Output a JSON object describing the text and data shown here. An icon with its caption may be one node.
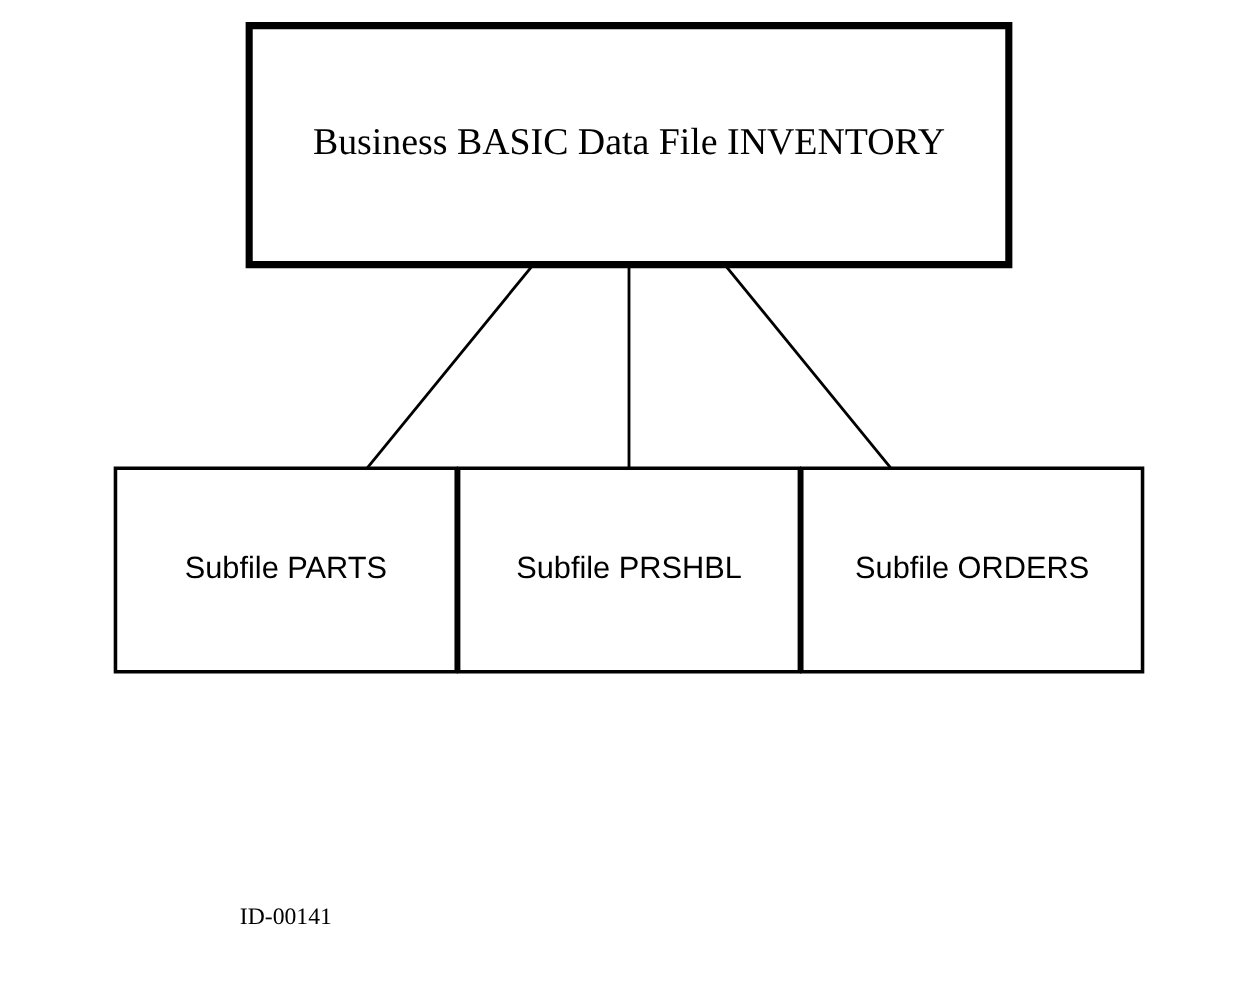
{
  "diagram": {
    "nodes": [
      {
        "text": [
          "Business BASIC Data File INVENTORY"
        ]
      },
      {
        "text": [
          "Subfile PARTS"
        ]
      },
      {
        "text": [
          "Subfile PRSHBL"
        ]
      },
      {
        "text": [
          "Subfile ORDERS"
        ]
      }
    ],
    "edges": [
      {
        "from": 0,
        "to": 1,
        "arrow": "none"
      },
      {
        "from": 0,
        "to": 2,
        "arrow": "none"
      },
      {
        "from": 0,
        "to": 3,
        "arrow": "none"
      }
    ],
    "labels": [
      "ID-00141"
    ]
  }
}
